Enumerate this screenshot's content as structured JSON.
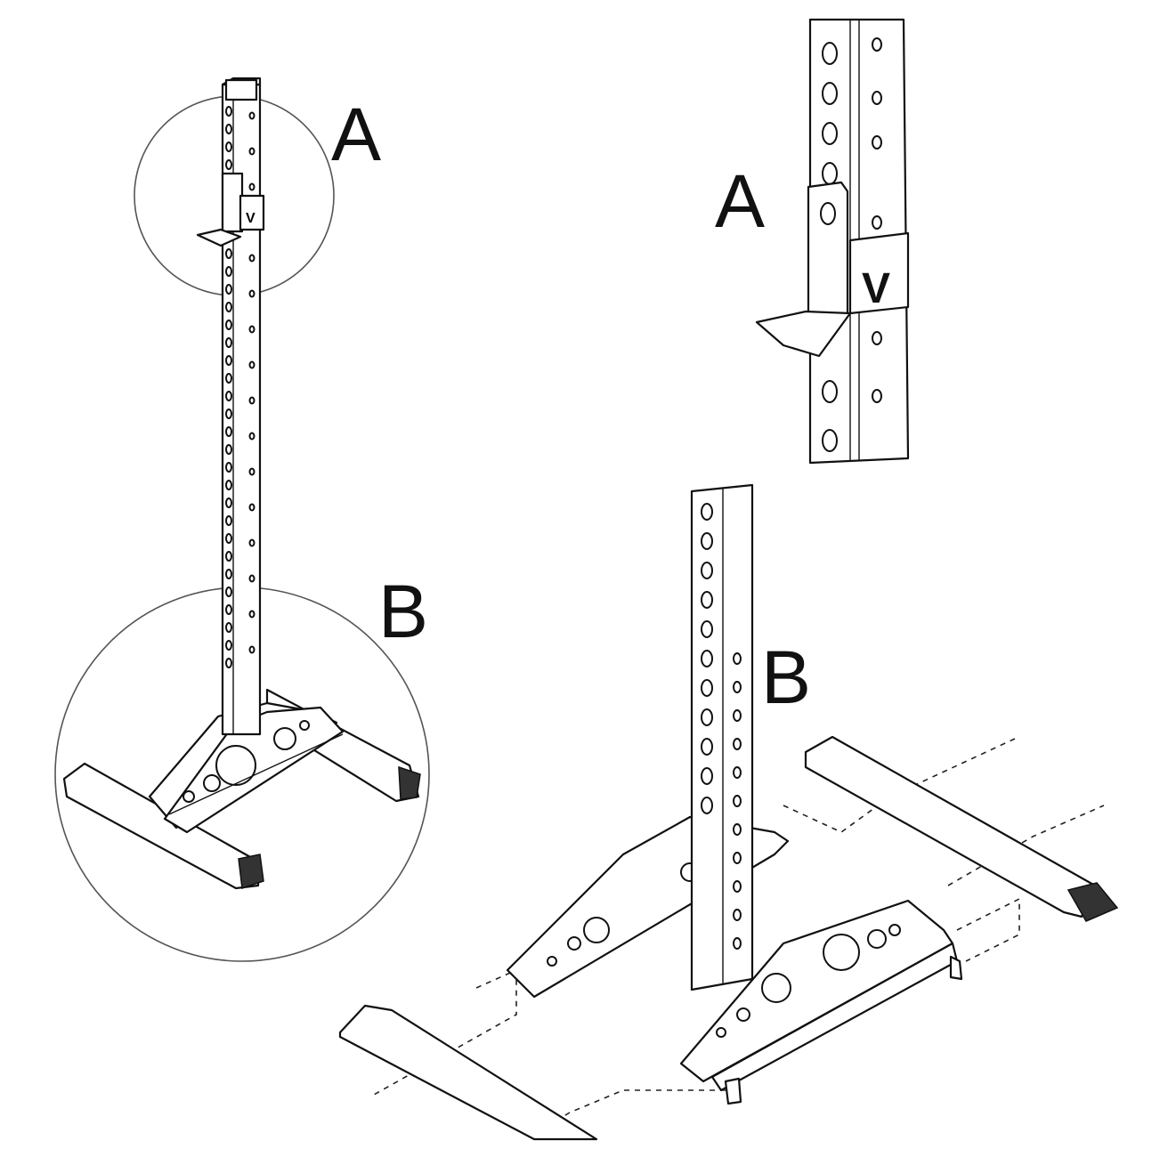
{
  "labels": {
    "overview_a": "A",
    "overview_b": "B",
    "detail_a": "A",
    "detail_b": "B"
  },
  "colors": {
    "line": "#111111",
    "background": "#ffffff"
  }
}
